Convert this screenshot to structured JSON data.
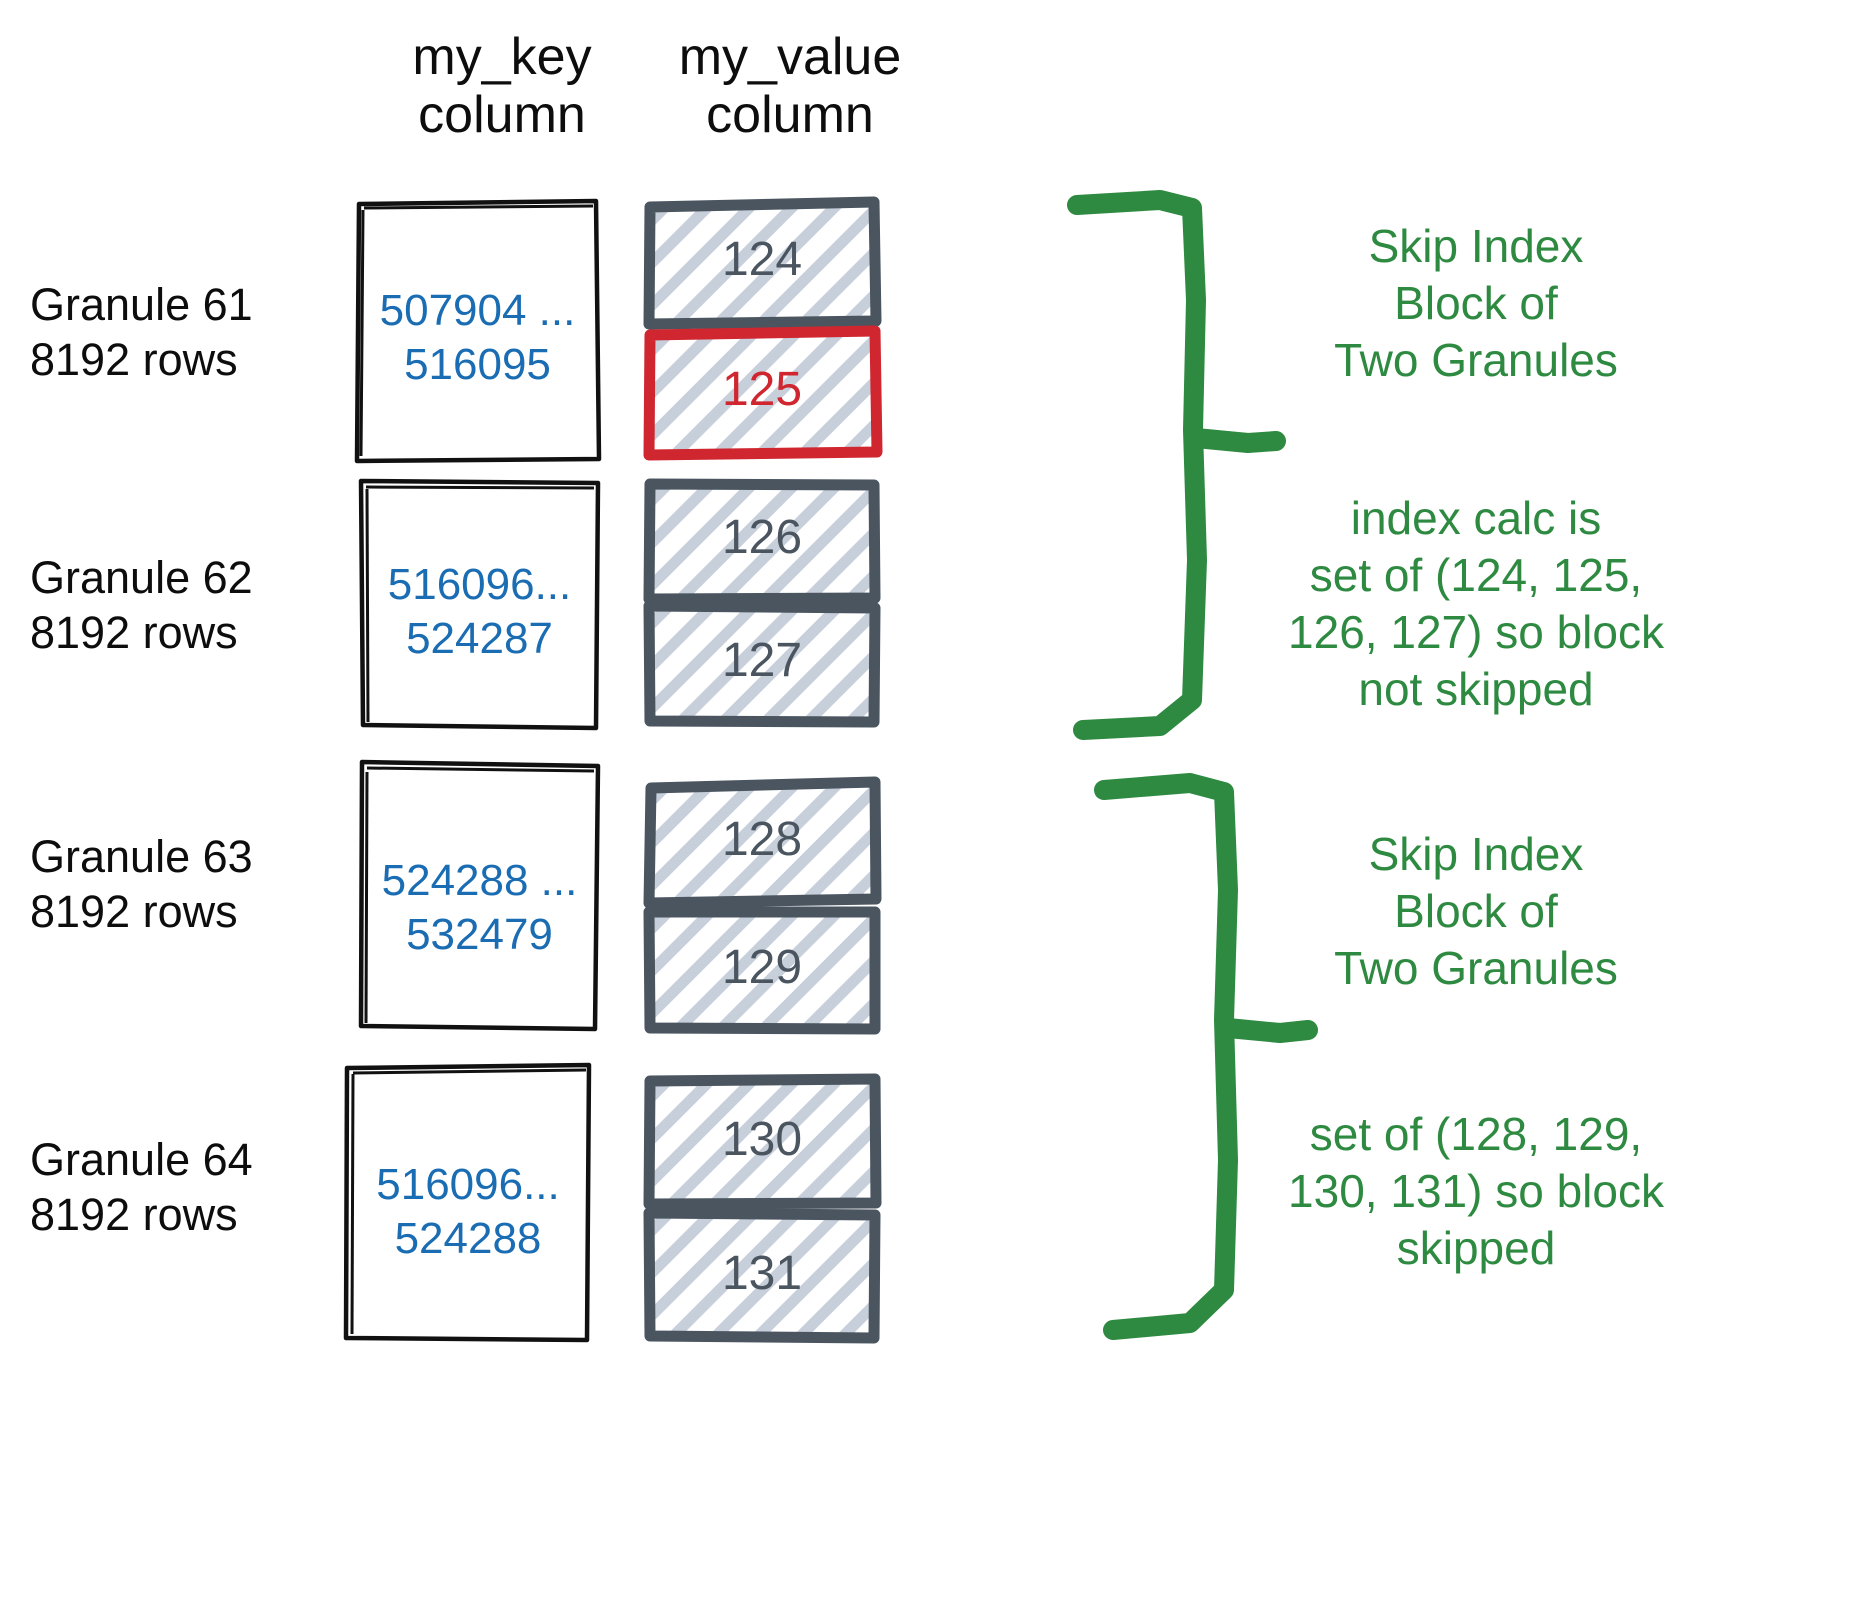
{
  "title": "ClickHouse skip index granule diagram",
  "colors": {
    "key_value": "#1a6cb3",
    "value_border": "#4a5560",
    "hatch": "#c7cfdb",
    "highlight_red": "#cf2630",
    "annotation_green": "#2d8a40",
    "text_black": "#0d0d0d",
    "background": "#ffffff"
  },
  "headers": {
    "key_column": "my_key\ncolumn",
    "value_column": "my_value\ncolumn"
  },
  "granules": [
    {
      "label": "Granule 61\n8192 rows",
      "key_range": "507904 ...\n516095",
      "values": [
        {
          "text": "124",
          "highlighted": false
        },
        {
          "text": "125",
          "highlighted": true
        }
      ]
    },
    {
      "label": "Granule 62\n8192 rows",
      "key_range": "516096...\n524287",
      "values": [
        {
          "text": "126",
          "highlighted": false
        },
        {
          "text": "127",
          "highlighted": false
        }
      ]
    },
    {
      "label": "Granule 63\n8192 rows",
      "key_range": "524288 ...\n532479",
      "values": [
        {
          "text": "128",
          "highlighted": false
        },
        {
          "text": "129",
          "highlighted": false
        }
      ]
    },
    {
      "label": "Granule 64\n8192 rows",
      "key_range": "516096...\n524288",
      "values": [
        {
          "text": "130",
          "highlighted": false
        },
        {
          "text": "131",
          "highlighted": false
        }
      ]
    }
  ],
  "annotations": [
    {
      "id": "block-1-title",
      "text": "Skip Index\nBlock of\nTwo Granules"
    },
    {
      "id": "block-1-calc",
      "text": "index calc is\nset of (124, 125,\n126, 127) so block\nnot skipped"
    },
    {
      "id": "block-2-title",
      "text": "Skip Index\nBlock of\nTwo Granules"
    },
    {
      "id": "block-2-calc",
      "text": "set of (128, 129,\n130, 131) so block\nskipped"
    }
  ]
}
